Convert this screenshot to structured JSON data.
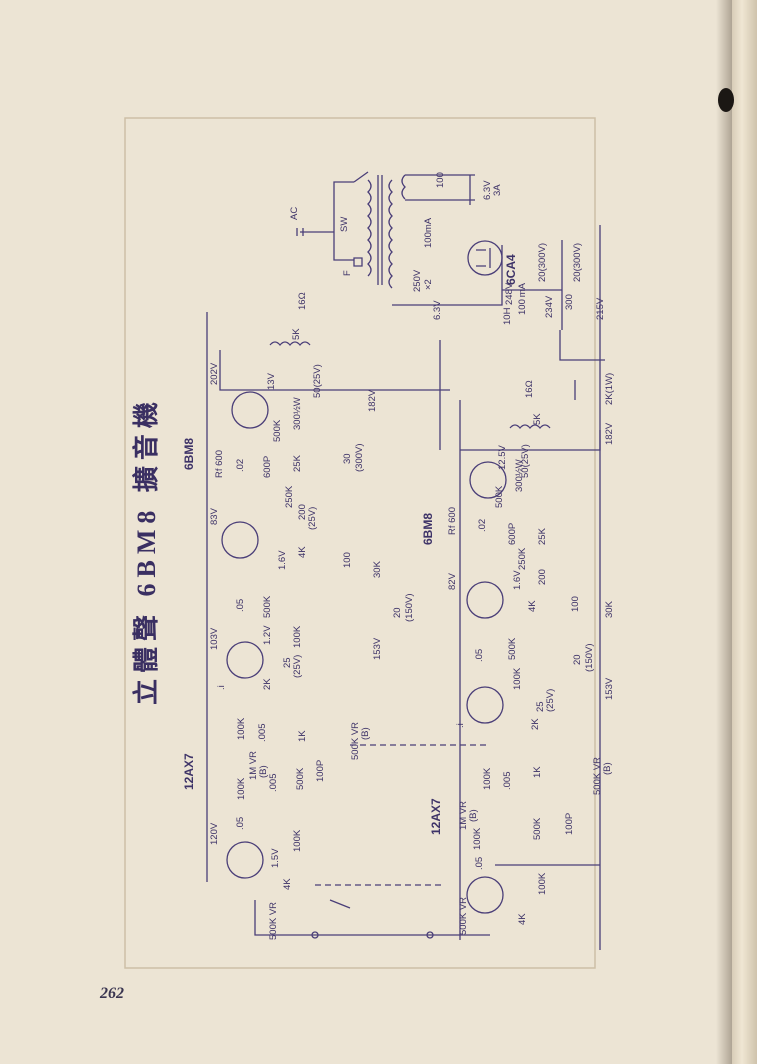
{
  "page": {
    "number": "262",
    "title": "立體聲 6BM8 擴音機"
  },
  "tubes": {
    "rect": "6CA4",
    "pwr_left": "6BM8",
    "pwr_right": "6BM8",
    "pre_left": "12AX7",
    "pre_right": "12AX7"
  },
  "power": {
    "ac": "AC",
    "sw": "SW",
    "f": "F",
    "sec_hv": "250V",
    "sec_hv_x2": "×2",
    "sec_ma": "100mA",
    "heater_a": "6.3V",
    "heater_a_amp": "3A",
    "heater_b": "6.3V",
    "v100": "100",
    "v248": "248V",
    "cap1": "20(300V)",
    "cap2": "20(300V)",
    "choke": "10H",
    "choke_i": "100 mA",
    "v234": "234V",
    "r300": "300",
    "v215": "215V",
    "r2k": "2K(1W)"
  },
  "left": {
    "v202": "202V",
    "spk": "16Ω",
    "ot": "5K",
    "v13": "13V",
    "c50": "50(25V)",
    "r300": "300½W",
    "r500k": "500K",
    "v182": "182V",
    "rf600": "Rf 600",
    "c02": ".02",
    "c600p": "600P",
    "r25k": "25K",
    "c30": "30",
    "c300v": "(300V)",
    "r250k": "250K",
    "v83": "83V",
    "c200": "200",
    "c25v": "(25V)",
    "v16": "1.6V",
    "r4k": "4K",
    "r100": "100",
    "r30k": "30K",
    "c05": ".05",
    "r500k2": "500K",
    "c20": "20",
    "c150v": "(150V)",
    "v153": "153V",
    "v103": "103V",
    "v12": "1.2V",
    "r100k": "100K",
    "c25": "25",
    "c25v2": "(25V)",
    "r2k": "2K",
    "ci": ".i",
    "r100k2": "100K",
    "c005": ".005",
    "vr1m": "1M VR",
    "vrb": "(B)",
    "r1k": "1K",
    "c005b": ".005",
    "r500k3": "500K",
    "r100k3": "100K",
    "c100p": "100P",
    "vr500": "500K VR",
    "vr500b": "(B)",
    "c05b": ".05",
    "v120": "120V",
    "r100k4": "100K",
    "v15": "1.5V",
    "r4k2": "4K",
    "vrin": "500K VR"
  },
  "right": {
    "spk": "16Ω",
    "ot": "5K",
    "v182": "182V",
    "v125": "12.5V",
    "c50": "50(25V)",
    "r300": "300½W",
    "r500k": "500K",
    "rf600": "Rf 600",
    "c02": ".02",
    "c600p": "600P",
    "r25k": "25K",
    "r250k": "250K",
    "v82": "82V",
    "c200": "200",
    "v16": "1.6V",
    "r4k": "4K",
    "r100": "100",
    "r30k": "30K",
    "r500k2": "500K",
    "c05": ".05",
    "c20": "20",
    "c150v": "(150V)",
    "v153": "153V",
    "r100k": "100K",
    "c25": "25",
    "c25v": "(25V)",
    "r2k": "2K",
    "ci": ".i",
    "r100k2": "100K",
    "c005": ".005",
    "vr1m": "1M VR",
    "vrb": "(B)",
    "r1k": "1K",
    "r500k3": "500K",
    "r100k3": "100K",
    "c100p": "100P",
    "vr500": "500K VR",
    "vr500b": "(B)",
    "c05b": ".05",
    "r100k4": "100K",
    "r4k2": "4K",
    "vrin": "500K VR"
  }
}
